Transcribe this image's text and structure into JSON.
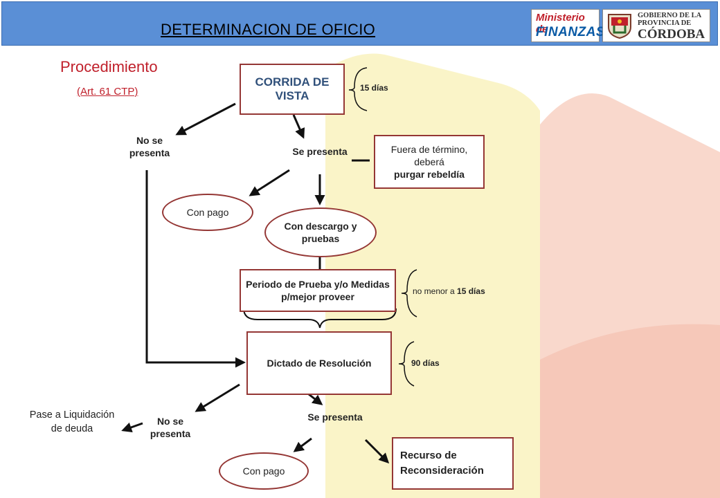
{
  "header": {
    "title": "DETERMINACION DE OFICIO",
    "logo_ministerio": {
      "line1": "Ministerio de",
      "line2": "FINANZAS"
    },
    "logo_gobierno": {
      "line1": "GOBIERNO DE LA",
      "line2": "PROVINCIA DE",
      "line3": "CÓRDOBA"
    }
  },
  "procedure": {
    "title": "Procedimiento",
    "subtitle": "(Art. 61 CTP)"
  },
  "nodes": {
    "corrida_vista": "CORRIDA DE VISTA",
    "no_presenta_1": "No se presenta",
    "se_presenta_1": "Se presenta",
    "fuera_termino": {
      "text": "Fuera de término, deberá",
      "bold": "purgar rebeldía"
    },
    "con_pago_1": "Con pago",
    "con_descargo": "Con descargo y pruebas",
    "periodo_prueba": "Periodo de Prueba y/o Medidas p/mejor proveer",
    "dictado": "Dictado de Resolución",
    "pase_liquidacion": "Pase a Liquidación de deuda",
    "no_presenta_2": "No se presenta",
    "se_presenta_2": "Se presenta",
    "con_pago_2": "Con pago",
    "recurso": "Recurso de Reconsideración"
  },
  "durations": {
    "d1": "15 días",
    "d2_prefix": "no menor a ",
    "d2_value": "15 días",
    "d3": "90 días"
  },
  "colors": {
    "header_bg": "#5a8fd6",
    "box_border": "#943634",
    "title_red": "#c0202b",
    "background_shape_yellow": "#f7ec9a",
    "background_shape_red": "#f4c1a8"
  }
}
